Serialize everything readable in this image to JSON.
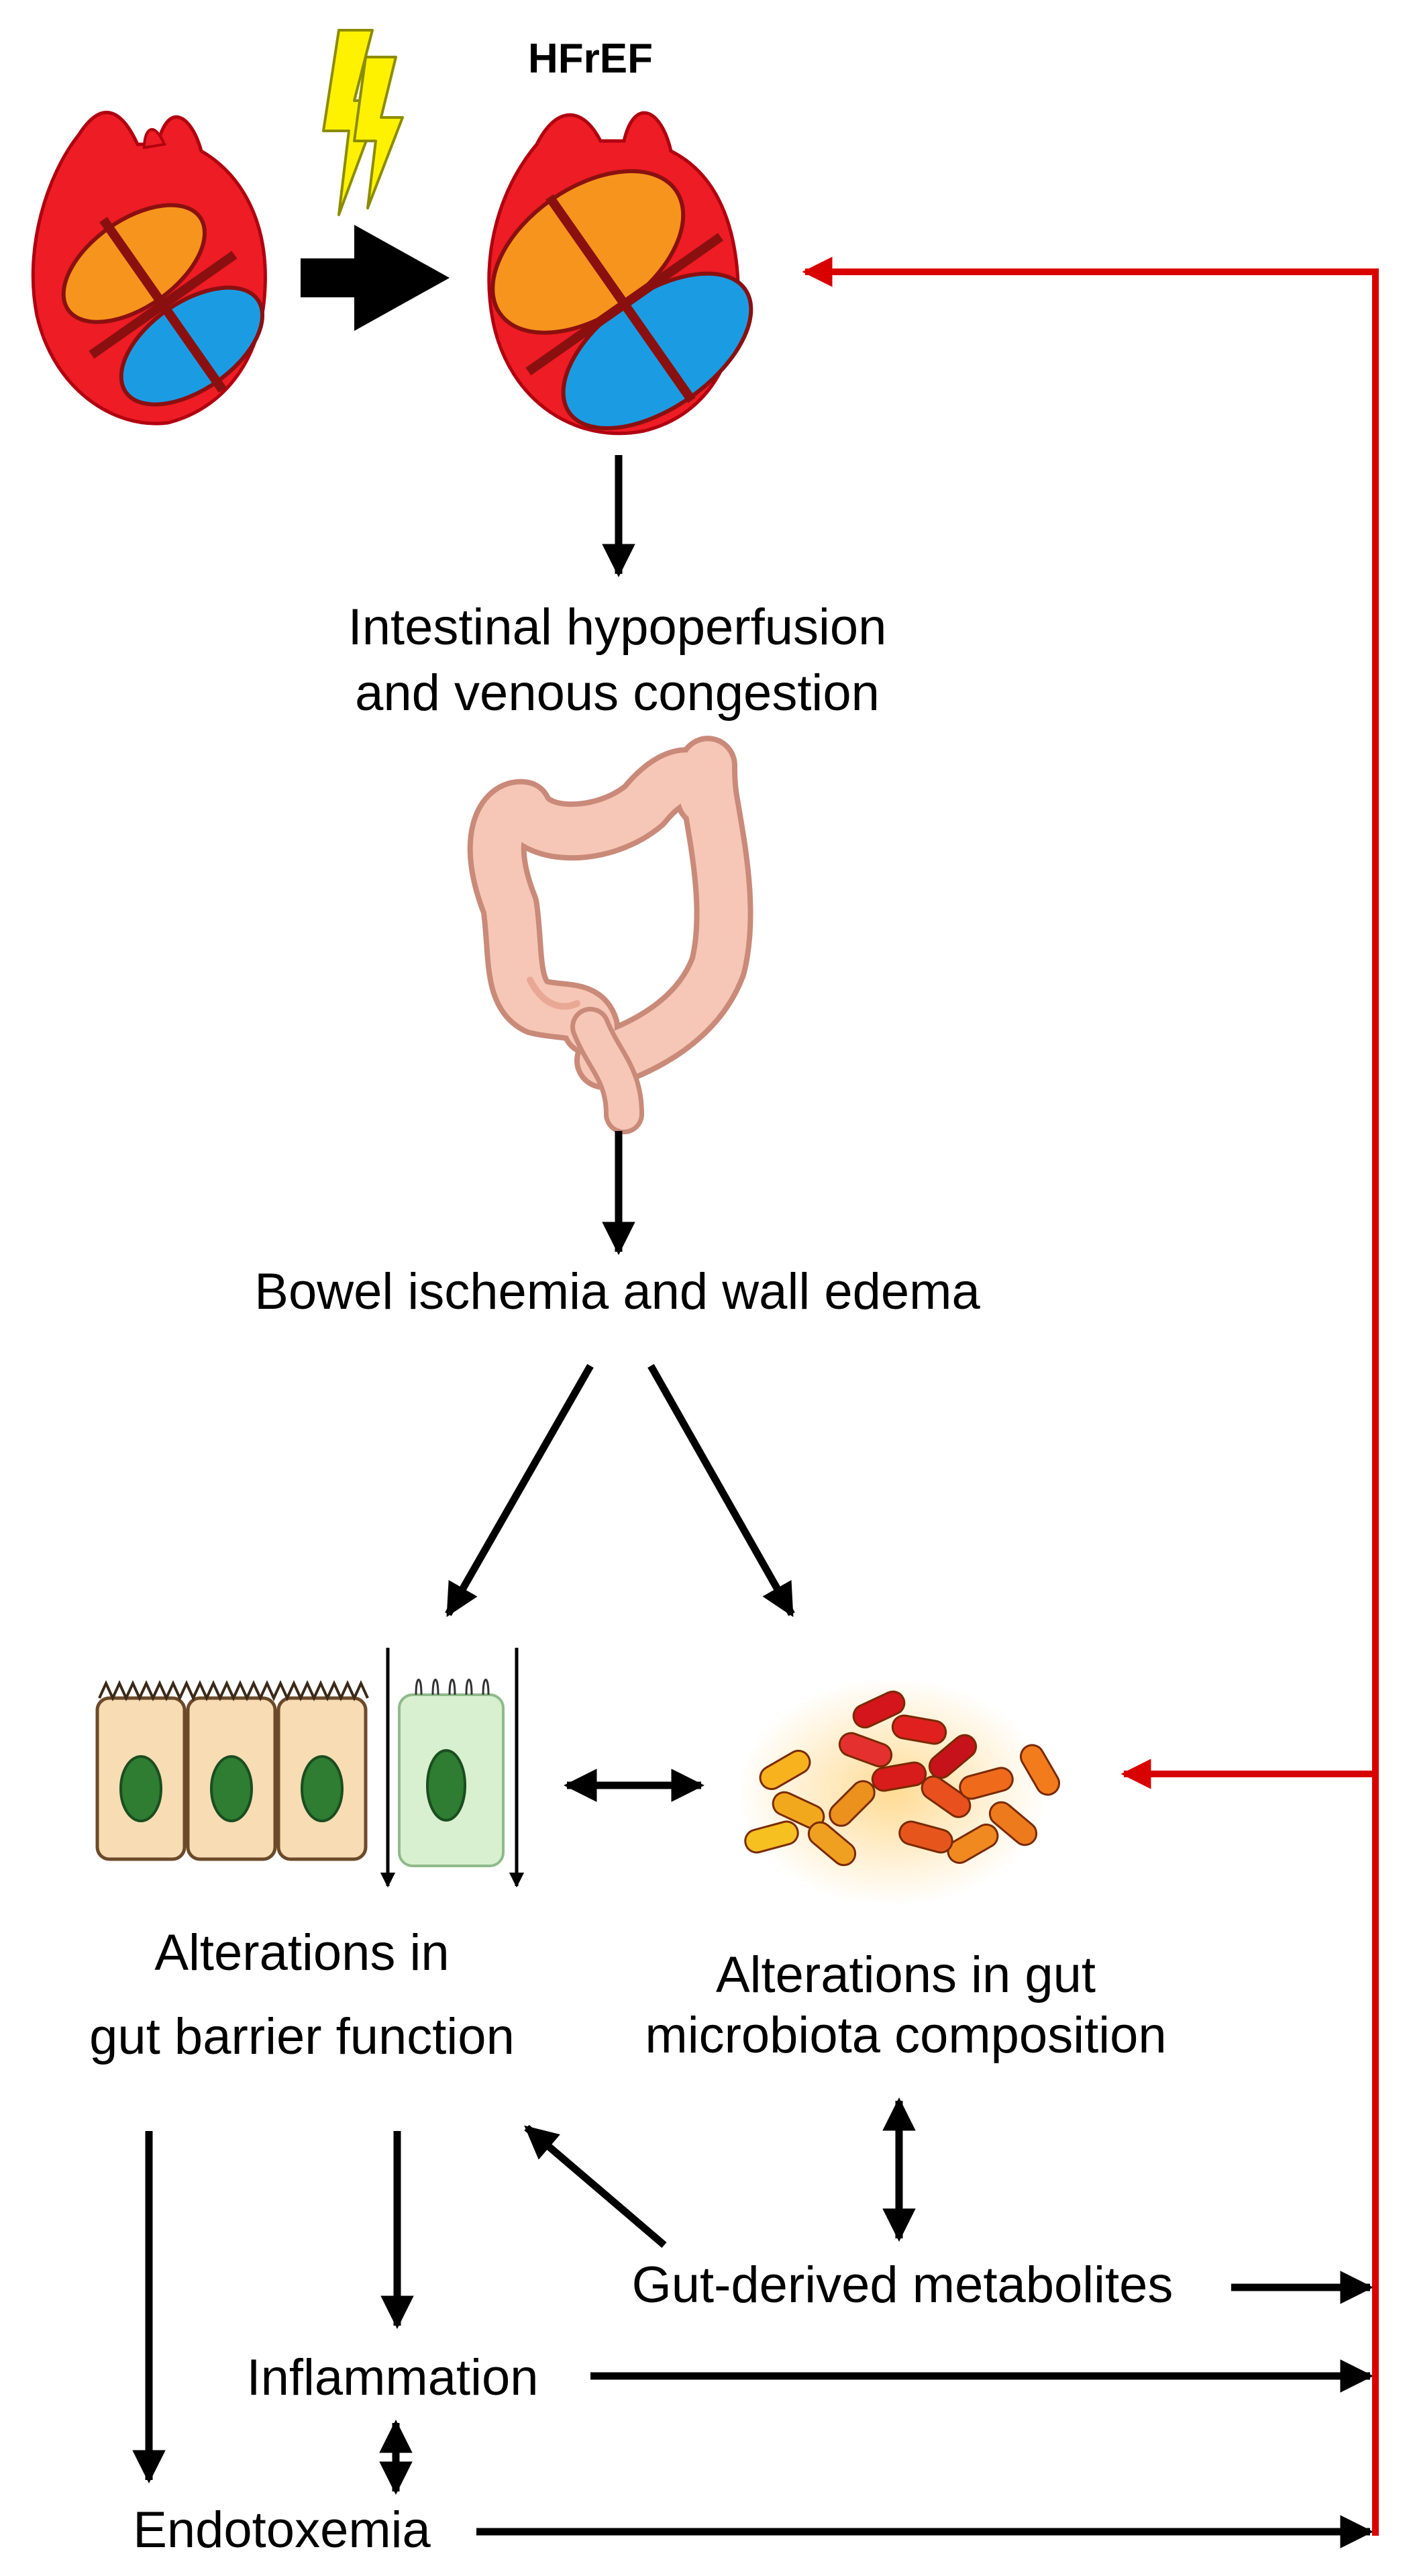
{
  "title": "HFrEF",
  "nodes": {
    "hypoperfusion": [
      "Intestinal hypoperfusion",
      "and venous congestion"
    ],
    "ischemia": "Bowel ischemia and wall edema",
    "barrier": [
      "Alterations in",
      "gut barrier function"
    ],
    "microbiota": [
      "Alterations in gut",
      "microbiota composition"
    ],
    "metabolites": "Gut-derived metabolites",
    "inflammation": "Inflammation",
    "endotoxemia": "Endotoxemia"
  },
  "colors": {
    "feedback": "#d90000",
    "heart_wall": "#ee1c24",
    "atrium": "#f7941d",
    "ventricle": "#1b9ce2",
    "lightning": "#fff200",
    "colon": "#f6c7b6",
    "cell": "#f7dcb4",
    "nucleus": "#2e7d32"
  },
  "icons": [
    "heart-normal-icon",
    "lightning-icon",
    "heart-failure-icon",
    "colon-icon",
    "intestinal-cells-icon",
    "bacteria-icon"
  ]
}
